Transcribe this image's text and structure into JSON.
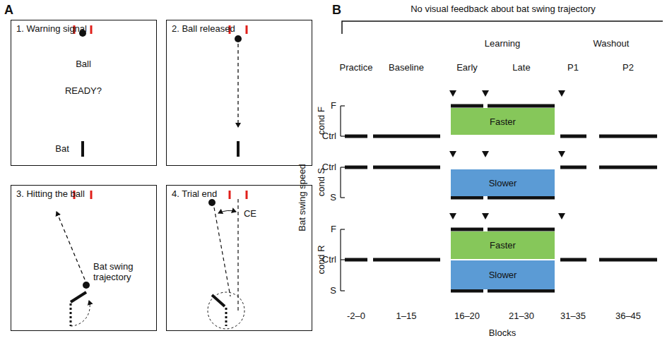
{
  "diagram": {
    "nodes": [
      {
        "text": [
          "1. Warning signal",
          "Ball",
          "READY?",
          "Bat"
        ]
      },
      {
        "text": [
          "2. Ball released"
        ]
      },
      {
        "text": [
          "3. Hitting the ball",
          "Bat swing trajectory"
        ]
      },
      {
        "text": [
          "4. Trial end",
          "CE"
        ]
      },
      {
        "text": [
          "Faster"
        ]
      },
      {
        "text": [
          "Slower"
        ]
      },
      {
        "text": [
          "Faster"
        ]
      },
      {
        "text": [
          "Slower"
        ]
      }
    ],
    "labels": [
      "A",
      "B",
      "No visual feedback about bat swing trajectory",
      "Learning",
      "Washout",
      "Practice",
      "Baseline",
      "Early",
      "Late",
      "P1",
      "P2",
      "Bat swing speed",
      "cond F",
      "F",
      "Ctrl",
      "cond S",
      "Ctrl",
      "S",
      "cond R",
      "F",
      "Ctrl",
      "S",
      "-2–0",
      "1–15",
      "16–20",
      "21–30",
      "31–35",
      "36–45",
      "Blocks"
    ]
  }
}
